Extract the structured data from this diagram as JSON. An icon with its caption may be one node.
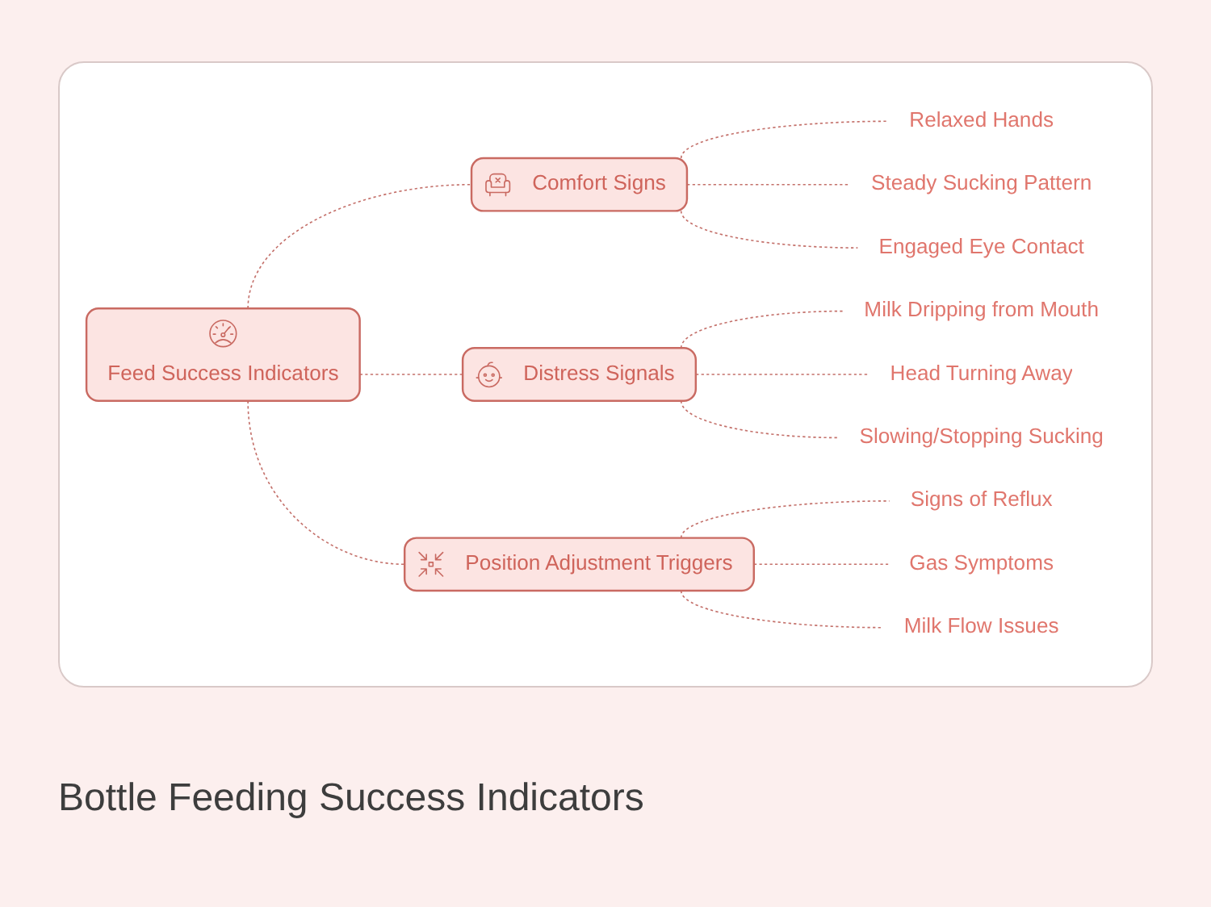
{
  "diagram": {
    "title": "Bottle Feeding Success Indicators",
    "nodes": [
      {
        "text": [
          "Feed Success Indicators"
        ]
      },
      {
        "text": [
          "Comfort Signs"
        ]
      },
      {
        "text": [
          "Relaxed Hands"
        ]
      },
      {
        "text": [
          "Steady Sucking Pattern"
        ]
      },
      {
        "text": [
          "Engaged Eye Contact"
        ]
      },
      {
        "text": [
          "Distress Signals"
        ]
      },
      {
        "text": [
          "Milk Dripping from Mouth"
        ]
      },
      {
        "text": [
          "Head Turning Away"
        ]
      },
      {
        "text": [
          "Slowing/Stopping Sucking"
        ]
      },
      {
        "text": [
          "Position Adjustment Triggers"
        ]
      },
      {
        "text": [
          "Signs of Reflux"
        ]
      },
      {
        "text": [
          "Gas Symptoms"
        ]
      },
      {
        "text": [
          "Milk Flow Issues"
        ]
      }
    ],
    "edges": [
      {
        "from": 0,
        "to": 1,
        "arrow": "none",
        "style": "dashed"
      },
      {
        "from": 1,
        "to": 2,
        "arrow": "none",
        "style": "dashed"
      },
      {
        "from": 1,
        "to": 3,
        "arrow": "none",
        "style": "dashed"
      },
      {
        "from": 1,
        "to": 4,
        "arrow": "none",
        "style": "dashed"
      },
      {
        "from": 0,
        "to": 5,
        "arrow": "none",
        "style": "dashed"
      },
      {
        "from": 5,
        "to": 6,
        "arrow": "none",
        "style": "dashed"
      },
      {
        "from": 5,
        "to": 7,
        "arrow": "none",
        "style": "dashed"
      },
      {
        "from": 5,
        "to": 8,
        "arrow": "none",
        "style": "dashed"
      },
      {
        "from": 0,
        "to": 9,
        "arrow": "none",
        "style": "dashed"
      },
      {
        "from": 9,
        "to": 10,
        "arrow": "none",
        "style": "dashed"
      },
      {
        "from": 9,
        "to": 11,
        "arrow": "none",
        "style": "dashed"
      },
      {
        "from": 9,
        "to": 12,
        "arrow": "none",
        "style": "dashed"
      }
    ]
  }
}
